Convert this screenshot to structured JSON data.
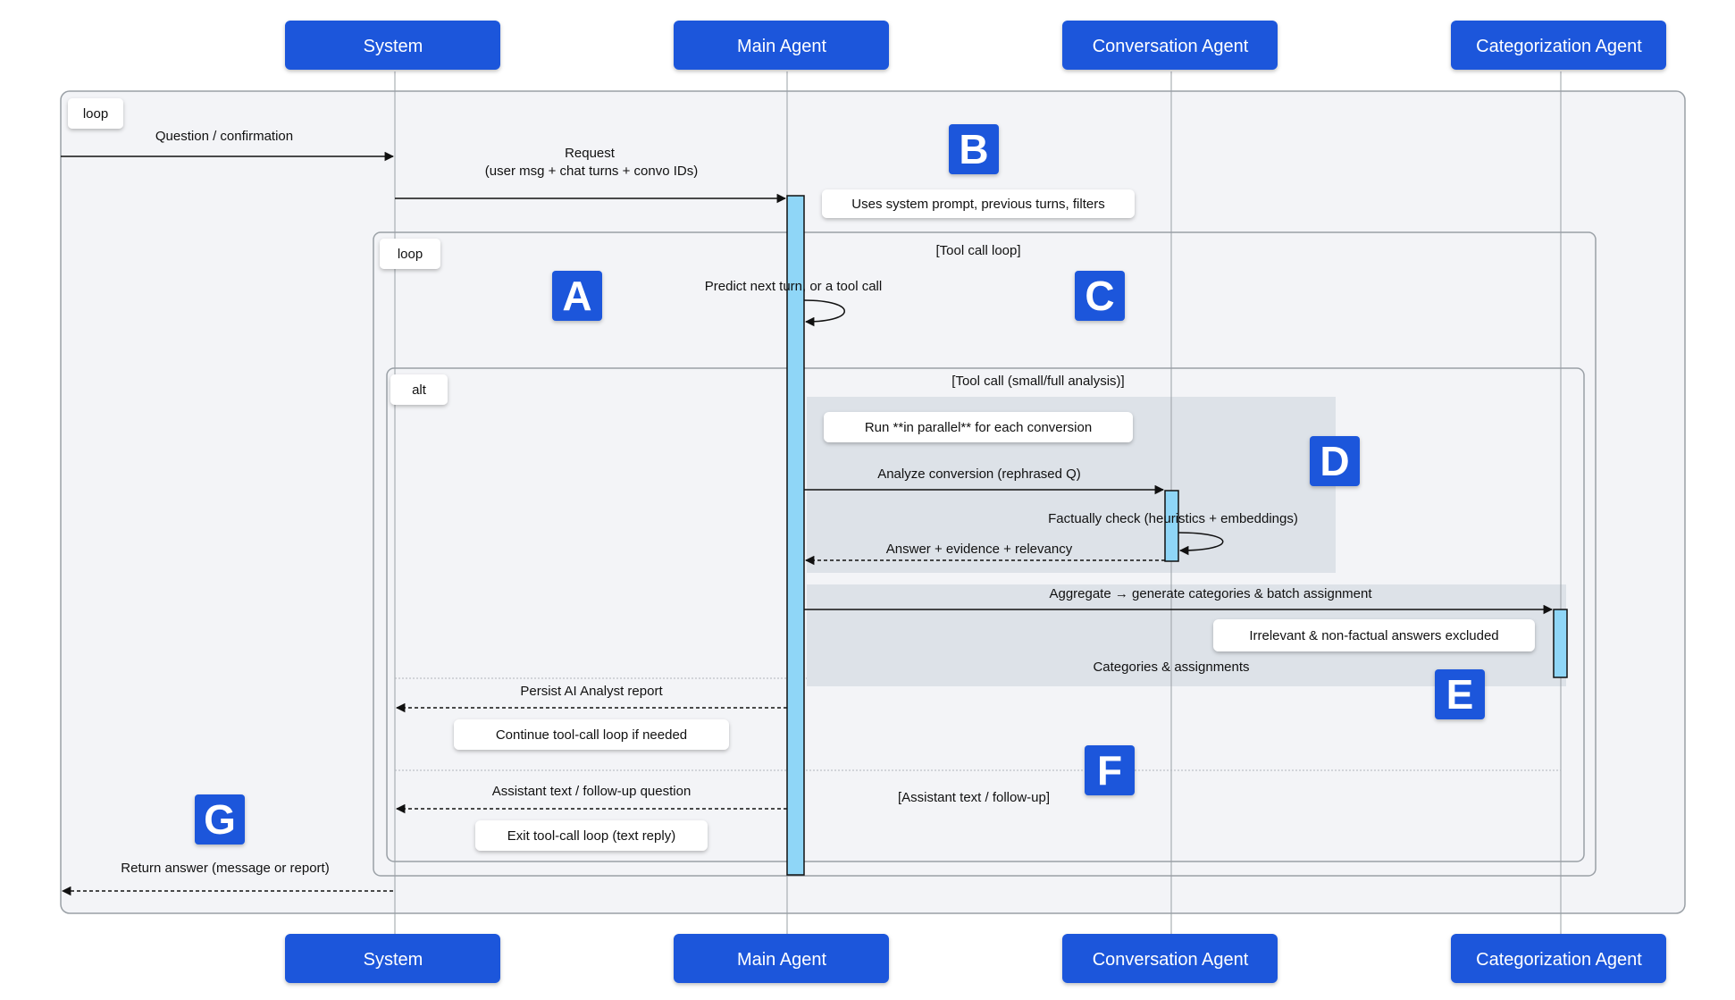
{
  "actors": {
    "system": "System",
    "main_agent": "Main Agent",
    "conversation_agent": "Conversation Agent",
    "categorization_agent": "Categorization Agent"
  },
  "frames": {
    "outer_loop_label": "loop",
    "inner_loop_label": "loop",
    "inner_loop_condition": "[Tool call loop]",
    "alt_label": "alt",
    "alt_condition": "[Tool call (small/full analysis)]",
    "alt_else_condition": "[Assistant text / follow-up]"
  },
  "messages": {
    "question": "Question / confirmation",
    "request_line1": "Request",
    "request_line2": "(user msg + chat turns + convo IDs)",
    "predict": "Predict next turn, or a tool call",
    "analyze": "Analyze conversion (rephrased Q)",
    "factual": "Factually check (heuristics + embeddings)",
    "answer_evidence": "Answer + evidence + relevancy",
    "aggregate": "Aggregate → generate categories & batch assignment",
    "categories": "Categories & assignments",
    "persist": "Persist AI Analyst report",
    "assistant_text": "Assistant text / follow-up question",
    "return_answer": "Return answer (message or report)"
  },
  "notes": {
    "uses_prompt": "Uses system prompt, previous turns, filters",
    "run_parallel": "Run **in parallel** for each conversion",
    "irrelevant": "Irrelevant & non-factual answers excluded",
    "continue_loop": "Continue tool-call loop if needed",
    "exit_loop": "Exit tool-call loop (text reply)"
  },
  "markers": {
    "a": "A",
    "b": "B",
    "c": "C",
    "d": "D",
    "e": "E",
    "f": "F",
    "g": "G"
  },
  "colors": {
    "actor_blue": "#1a56db",
    "activation": "#8fd6f7",
    "frame_bg": "#f3f4f7",
    "region_bg": "#dde2e8"
  }
}
